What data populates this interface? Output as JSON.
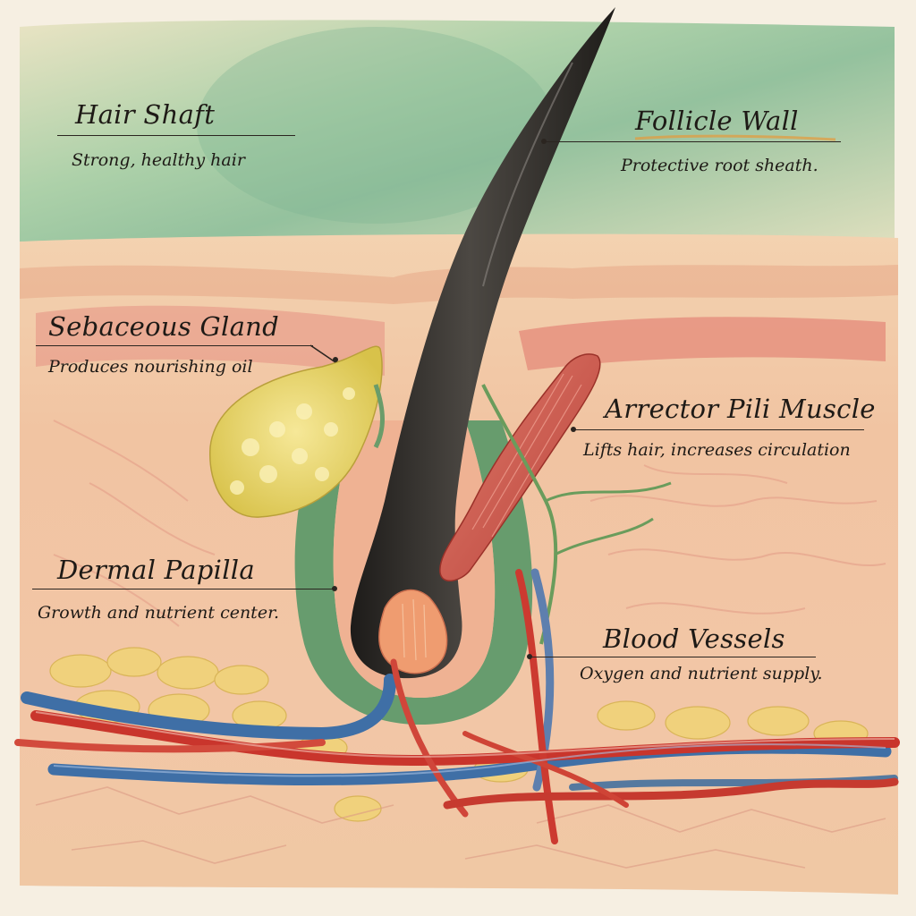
{
  "diagram": {
    "subject": "Hair follicle cross-section (watercolor anatomical illustration)",
    "colors": {
      "paper": "#f6efe2",
      "sky_wash": "#9cc7a4",
      "skin": "#f1c9a8",
      "dermis_pink": "#e99a8a",
      "hair": "#2f2c28",
      "follicle_sheath": "#5f9a6a",
      "sebaceous_gland": "#e8d56a",
      "muscle": "#d2574a",
      "artery": "#c9352c",
      "vein": "#3f6fa6",
      "fat": "#f0d27a",
      "ink": "#1e1a16"
    }
  },
  "labels": [
    {
      "id": "hair-shaft",
      "title": "Hair Shaft",
      "description": "Strong, healthy hair"
    },
    {
      "id": "follicle-wall",
      "title": "Follicle Wall",
      "description": "Protective root sheath."
    },
    {
      "id": "sebaceous-gland",
      "title": "Sebaceous Gland",
      "description": "Produces nourishing oil"
    },
    {
      "id": "arrector-pili-muscle",
      "title": "Arrector Pili Muscle",
      "description": "Lifts hair, increases circulation"
    },
    {
      "id": "dermal-papilla",
      "title": "Dermal Papilla",
      "description": "Growth and nutrient center."
    },
    {
      "id": "blood-vessels",
      "title": "Blood Vessels",
      "description": "Oxygen and nutrient supply."
    }
  ]
}
